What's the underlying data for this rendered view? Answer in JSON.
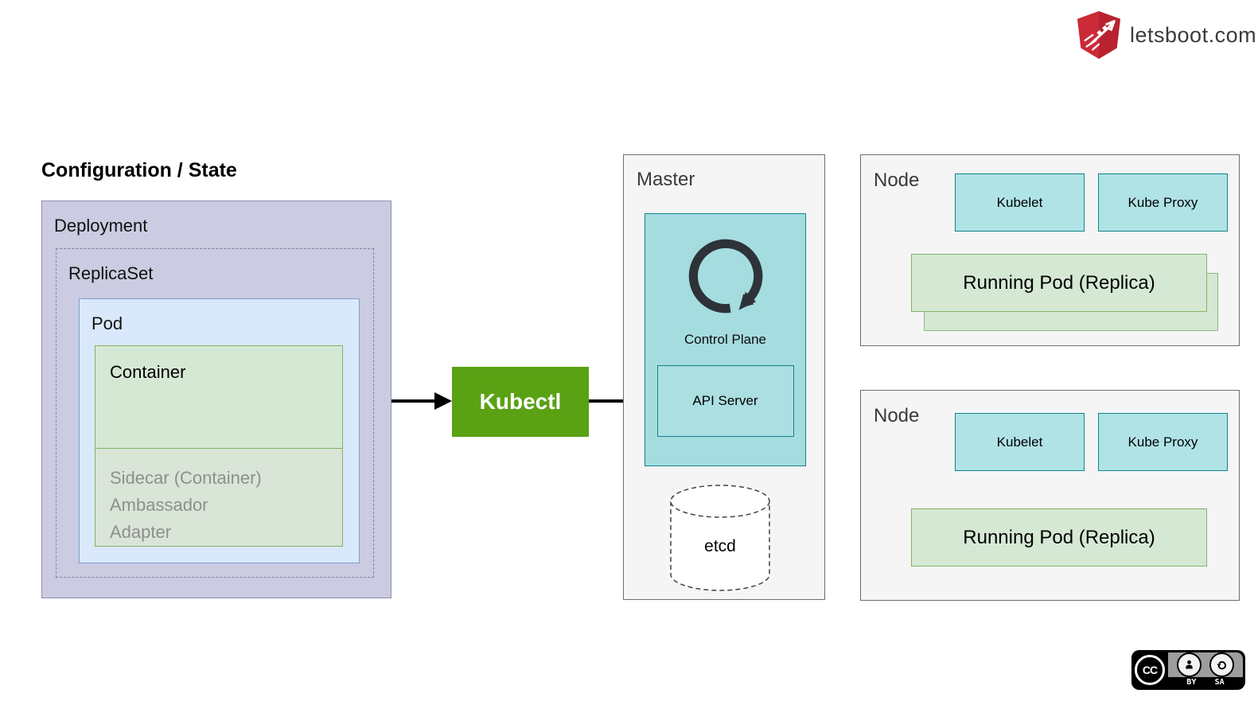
{
  "brand": {
    "name": "letsboot.com"
  },
  "diagram": {
    "title": "Configuration / State",
    "deployment": "Deployment",
    "replicaset": "ReplicaSet",
    "pod": "Pod",
    "container": "Container",
    "sidecar_line1": "Sidecar (Container)",
    "sidecar_line2": "Ambassador",
    "sidecar_line3": "Adapter",
    "kubectl": "Kubectl",
    "master": {
      "title": "Master",
      "control_plane": "Control Plane",
      "api_server": "API Server",
      "etcd": "etcd"
    },
    "node1": {
      "title": "Node",
      "kubelet": "Kubelet",
      "kube_proxy": "Kube Proxy",
      "running_pod": "Running Pod (Replica)"
    },
    "node2": {
      "title": "Node",
      "kubelet": "Kubelet",
      "kube_proxy": "Kube Proxy",
      "running_pod": "Running Pod (Replica)"
    }
  },
  "license": {
    "cc": "CC",
    "by": "BY",
    "sa": "SA"
  },
  "colors": {
    "deployment_fill": "#cbcbe1",
    "deployment_border": "#8e8eb4",
    "pod_fill": "#dae8fc",
    "pod_border": "#7e9ecf",
    "container_fill": "#d5e8d4",
    "container_border": "#82b366",
    "kubectl_green": "#5aa114",
    "panel_fill": "#f5f5f5",
    "teal_fill": "#b0e3e6",
    "teal_border": "#11848b",
    "logo_red": "#c32431",
    "label_charcoal": "#3a3a3a"
  }
}
